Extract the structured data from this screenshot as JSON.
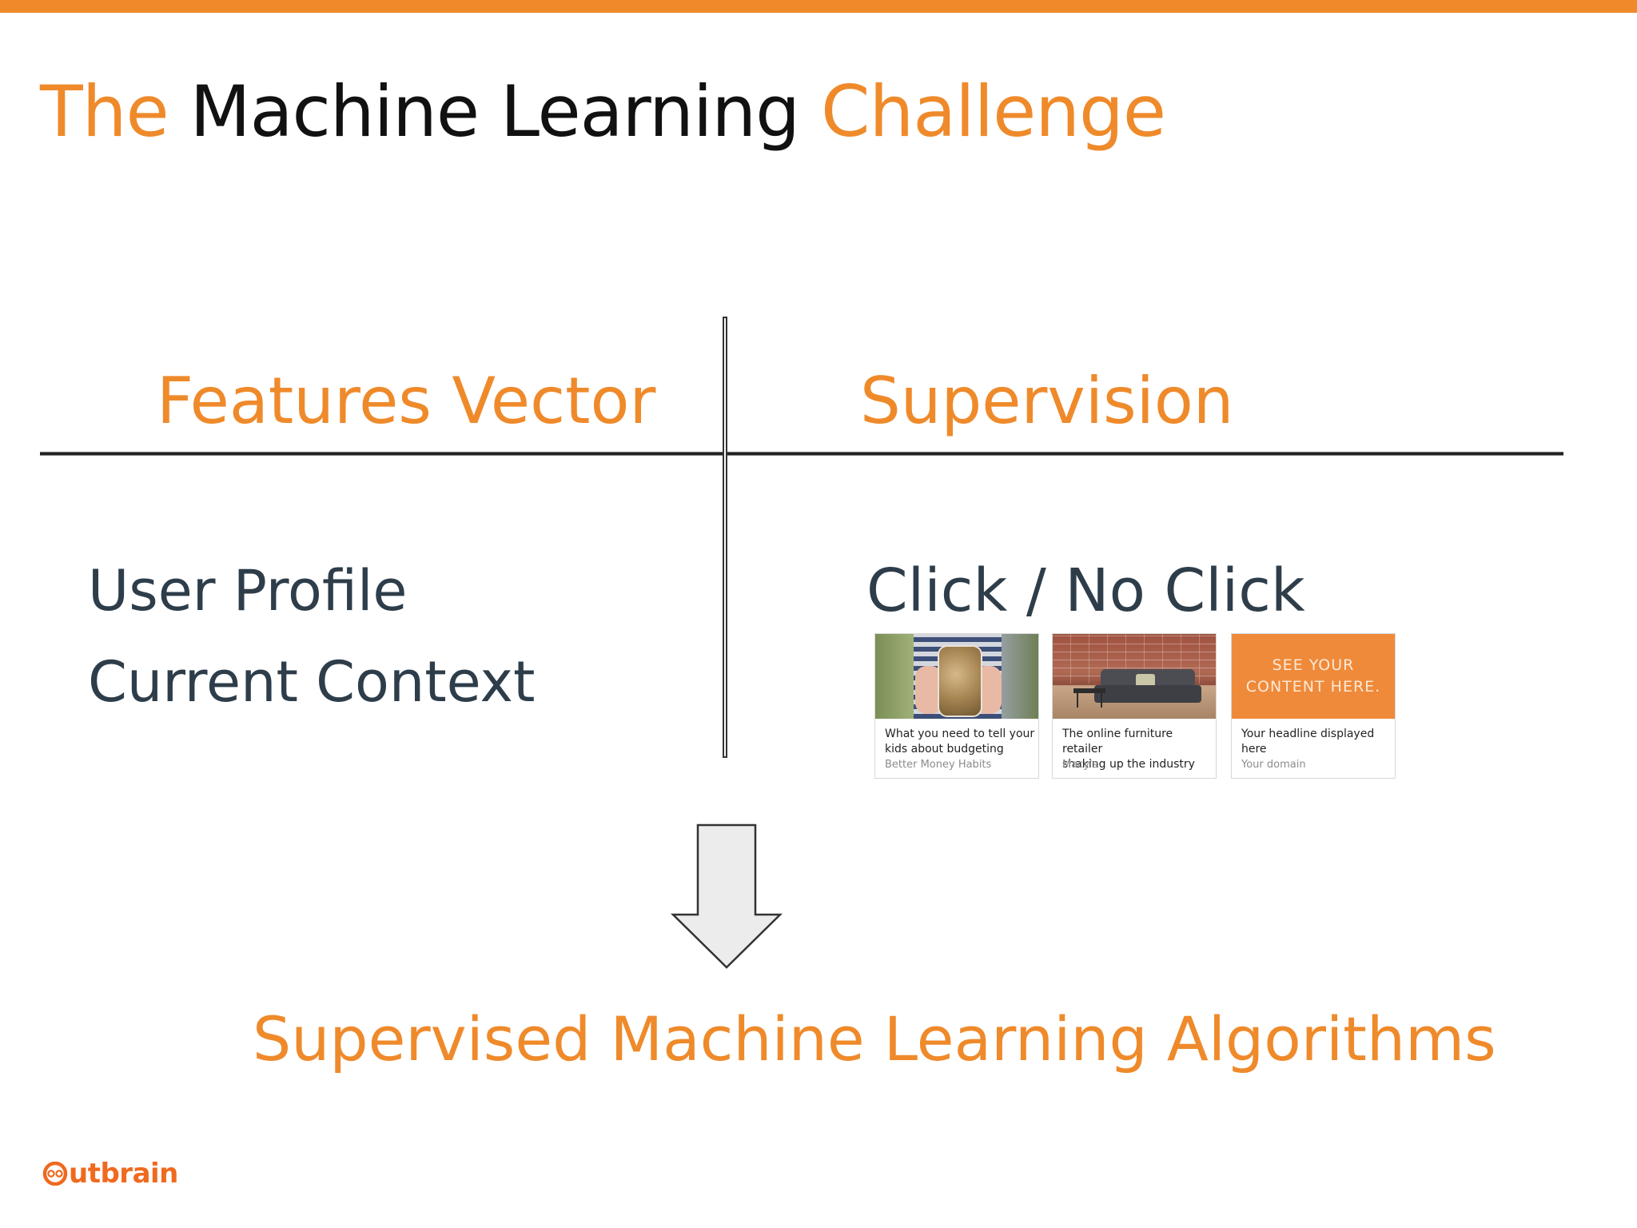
{
  "title": {
    "part1": "The",
    "part2": "Machine Learning",
    "part3": "Challenge"
  },
  "columns": {
    "left_heading": "Features Vector",
    "right_heading": "Supervision"
  },
  "features": {
    "item1": "User Profile",
    "item2": "Current Context"
  },
  "supervision": {
    "label": "Click / No Click"
  },
  "cards": [
    {
      "headline": "What you need to tell your\nkids about budgeting",
      "source": "Better Money Habits"
    },
    {
      "headline": "The online furniture retailer\nshaking up the industry",
      "source": "Macy's"
    },
    {
      "promo": "SEE YOUR\nCONTENT HERE.",
      "headline": "Your headline displayed\nhere",
      "source": "Your domain"
    }
  ],
  "result": "Supervised Machine Learning Algorithms",
  "logo": {
    "text": "utbrain",
    "icon": "outbrain-logo-icon"
  },
  "colors": {
    "accent": "#ef8a2b",
    "dark_text": "#111111",
    "body_text": "#2e3d4a"
  }
}
